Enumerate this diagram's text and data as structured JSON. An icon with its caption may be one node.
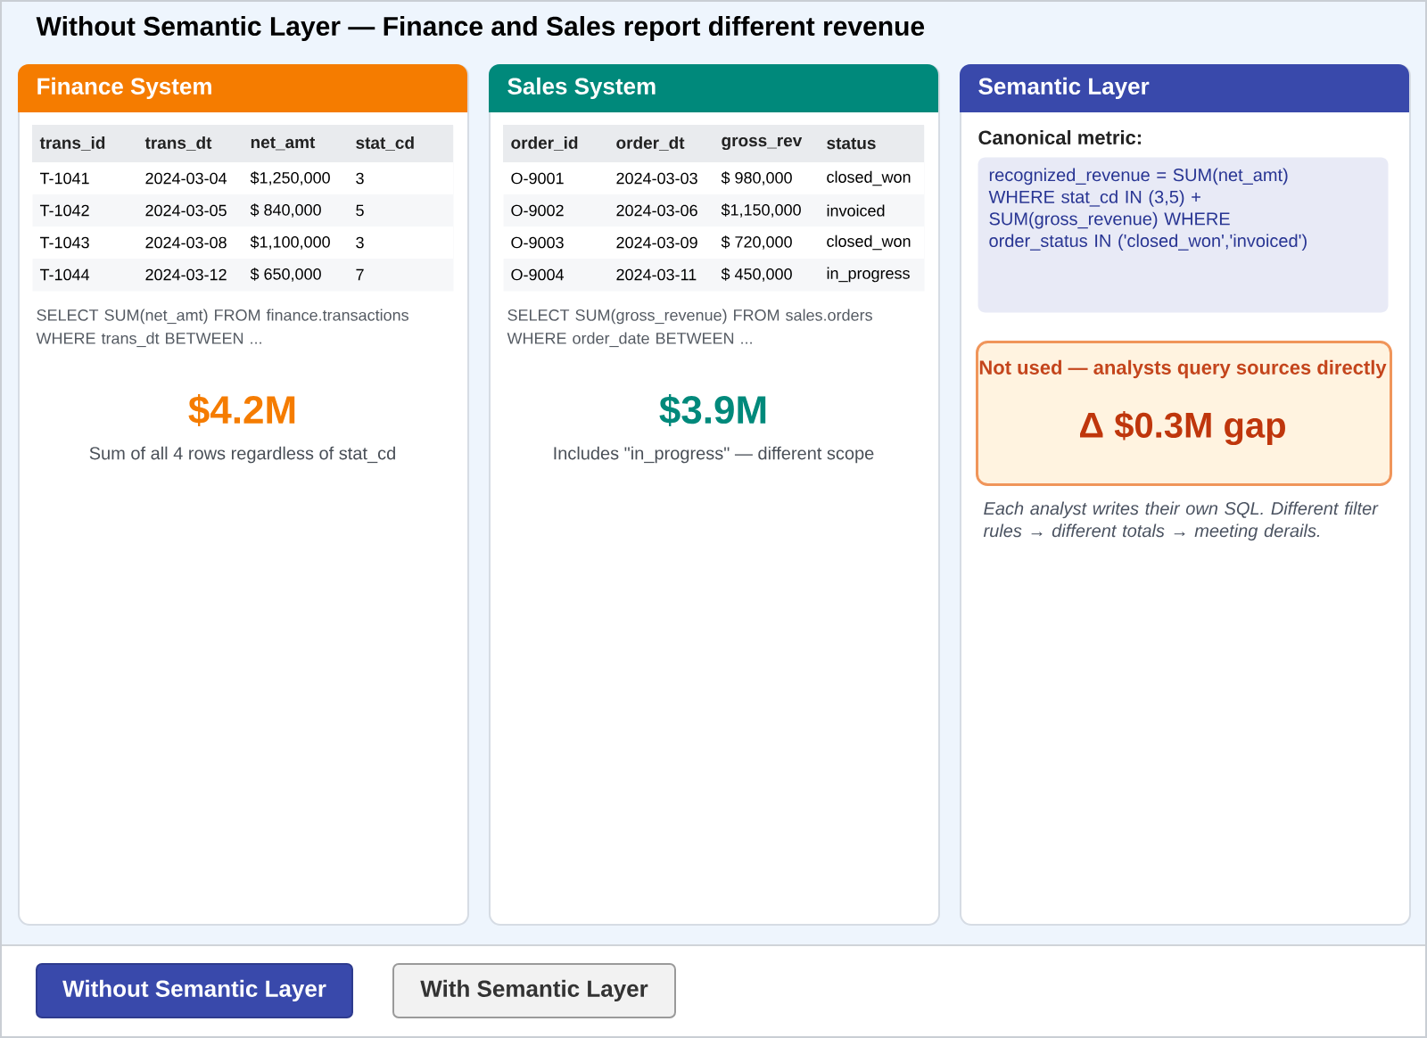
{
  "diagram": {
    "title": "Without Semantic Layer — Finance and Sales report different revenue",
    "nodes": [
      {
        "text": [
          "Finance System",
          "SELECT SUM(net_amt) FROM finance.transactions WHERE trans_dt BETWEEN ...",
          "$4.2M",
          "Sum of all 4 rows regardless of stat_cd"
        ]
      },
      {
        "text": [
          "trans_id",
          "trans_dt",
          "net_amt",
          "stat_cd",
          "T-1041",
          "2024-03-04",
          "$1,250,000",
          "3",
          "T-1042",
          "2024-03-05",
          "$ 840,000",
          "5",
          "T-1043",
          "2024-03-08",
          "$1,100,000",
          "3",
          "T-1044",
          "2024-03-12",
          "$ 650,000",
          "7"
        ],
        "in": 0
      },
      {
        "text": [
          "Sales System",
          "SELECT SUM(gross_revenue) FROM sales.orders WHERE order_date BETWEEN ...",
          "$3.9M",
          "Includes \"in_progress\" — different scope"
        ]
      },
      {
        "text": [
          "order_id",
          "order_dt",
          "gross_rev",
          "status",
          "O-9001",
          "2024-03-03",
          "$ 980,000",
          "closed_won",
          "O-9002",
          "2024-03-06",
          "$1,150,000",
          "invoiced",
          "O-9003",
          "2024-03-09",
          "$ 720,000",
          "closed_won",
          "O-9004",
          "2024-03-11",
          "$ 450,000",
          "in_progress"
        ],
        "in": 2
      },
      {
        "text": [
          "Semantic Layer",
          "Canonical metric:",
          "Each analyst writes their own SQL. Different filter rules → different totals → meeting derails."
        ]
      },
      {
        "text": [
          "recognized_revenue = SUM(net_amt) WHERE stat_cd IN (3,5) + SUM(gross_revenue) WHERE order_status IN ('closed_won','invoiced')"
        ],
        "in": 4
      },
      {
        "text": [
          "Not used — analysts query sources directly",
          "Δ $0.3M gap"
        ],
        "in": 4
      },
      {
        "text": [
          "Without Semantic Layer"
        ]
      },
      {
        "text": [
          "With Semantic Layer"
        ]
      }
    ]
  }
}
